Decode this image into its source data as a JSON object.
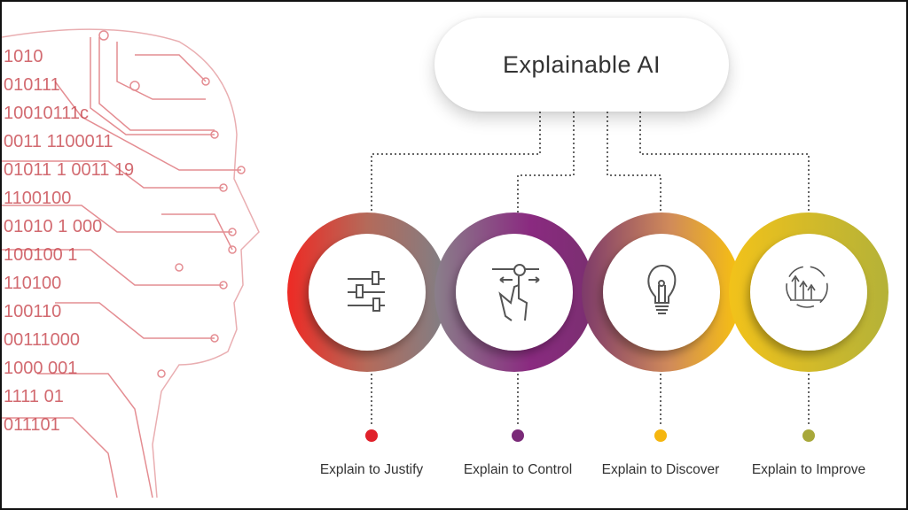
{
  "title": "Explainable AI",
  "head_illustration": {
    "binary_lines": [
      "1010",
      "010111",
      "10010111c",
      "0011 1100011",
      "01011 1 0011 19",
      "1100100",
      "01010 1 000",
      "100100 1",
      "110100",
      "100110",
      "00111000",
      "1000 001",
      "1111 01",
      "011101"
    ],
    "color": "#d9333f"
  },
  "steps": [
    {
      "label": "Explain to Justify",
      "icon": "sliders-icon",
      "dot_color": "#e0202a"
    },
    {
      "label": "Explain to Control",
      "icon": "swipe-hand-icon",
      "dot_color": "#7a2a78"
    },
    {
      "label": "Explain to Discover",
      "icon": "lightbulb-icon",
      "dot_color": "#f5b60f"
    },
    {
      "label": "Explain to Improve",
      "icon": "growth-cycle-icon",
      "dot_color": "#a8a83a"
    }
  ]
}
